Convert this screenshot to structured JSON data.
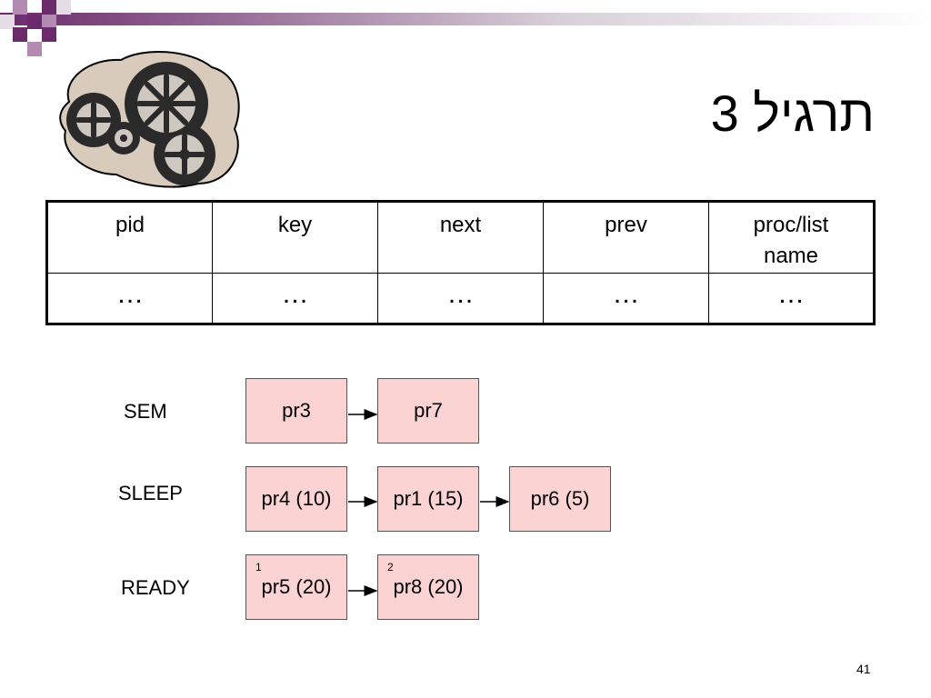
{
  "slide": {
    "title": "תרגיל 3",
    "page_number": "41"
  },
  "table": {
    "headers": [
      "pid",
      "key",
      "next",
      "prev",
      "proc/list name"
    ],
    "row": [
      "…",
      "…",
      "…",
      "…",
      "…"
    ]
  },
  "lists": [
    {
      "label": "SEM",
      "nodes": [
        {
          "text": "pr3",
          "index": ""
        },
        {
          "text": "pr7",
          "index": ""
        }
      ]
    },
    {
      "label": "SLEEP",
      "nodes": [
        {
          "text": "pr4 (10)",
          "index": ""
        },
        {
          "text": "pr1 (15)",
          "index": ""
        },
        {
          "text": "pr6 (5)",
          "index": ""
        }
      ]
    },
    {
      "label": "READY",
      "nodes": [
        {
          "text": "pr5 (20)",
          "index": "1"
        },
        {
          "text": "pr8 (20)",
          "index": "2"
        }
      ]
    }
  ],
  "colors": {
    "node_fill": "#fcd3d3",
    "accent_purple": "#6b2a6b"
  },
  "icons": [
    "gears-clipart"
  ]
}
